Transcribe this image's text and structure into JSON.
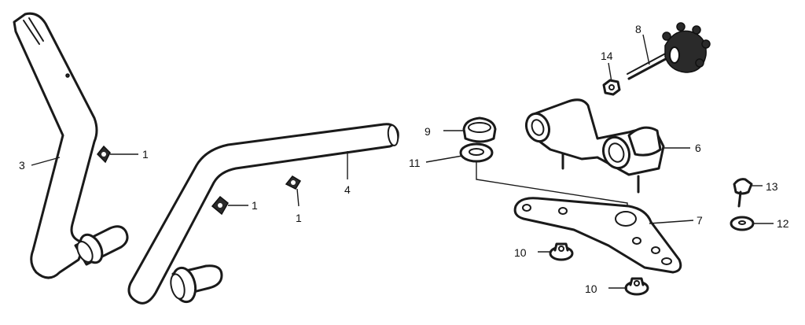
{
  "callouts": {
    "n1a": "1",
    "n1b": "1",
    "n1c": "1",
    "n3": "3",
    "n4": "4",
    "n6": "6",
    "n7": "7",
    "n8": "8",
    "n9": "9",
    "n10a": "10",
    "n10b": "10",
    "n11": "11",
    "n12": "12",
    "n13": "13",
    "n14": "14"
  },
  "colors": {
    "line": "#1a1a1a",
    "background": "#ffffff"
  },
  "icons": {
    "pipe": "handlebar-pipe-icon",
    "holder": "handle-holder-icon",
    "plate": "holder-plate-icon",
    "nut": "nut-icon",
    "washer": "washer-icon",
    "bolt": "bolt-icon",
    "knob": "knob-bolt-icon"
  }
}
